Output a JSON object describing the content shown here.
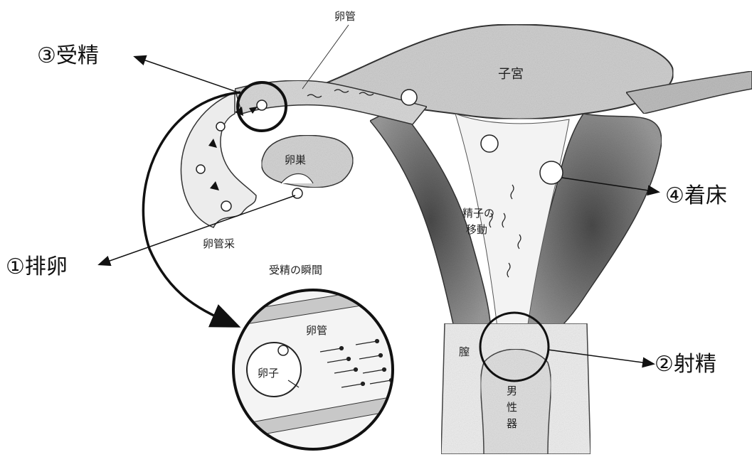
{
  "labels": {
    "fertilization": "③受精",
    "implantation": "④着床",
    "ovulation": "①排卵",
    "ejaculation": "②射精",
    "oviduct_top": "卵管",
    "uterus": "子宮",
    "ovary": "卵巣",
    "fimbria": "卵管采",
    "sperm_movement_line1": "精子の",
    "sperm_movement_line2": "移動",
    "vagina": "膣",
    "male_organ_1": "男",
    "male_organ_2": "性",
    "male_organ_3": "器",
    "moment_title": "受精の瞬間",
    "inset_oviduct": "卵管",
    "inset_egg": "卵子"
  },
  "colors": {
    "ink": "#111111",
    "tissue_light": "#dcdcdc",
    "tissue_dark": "#6d6d6d"
  }
}
